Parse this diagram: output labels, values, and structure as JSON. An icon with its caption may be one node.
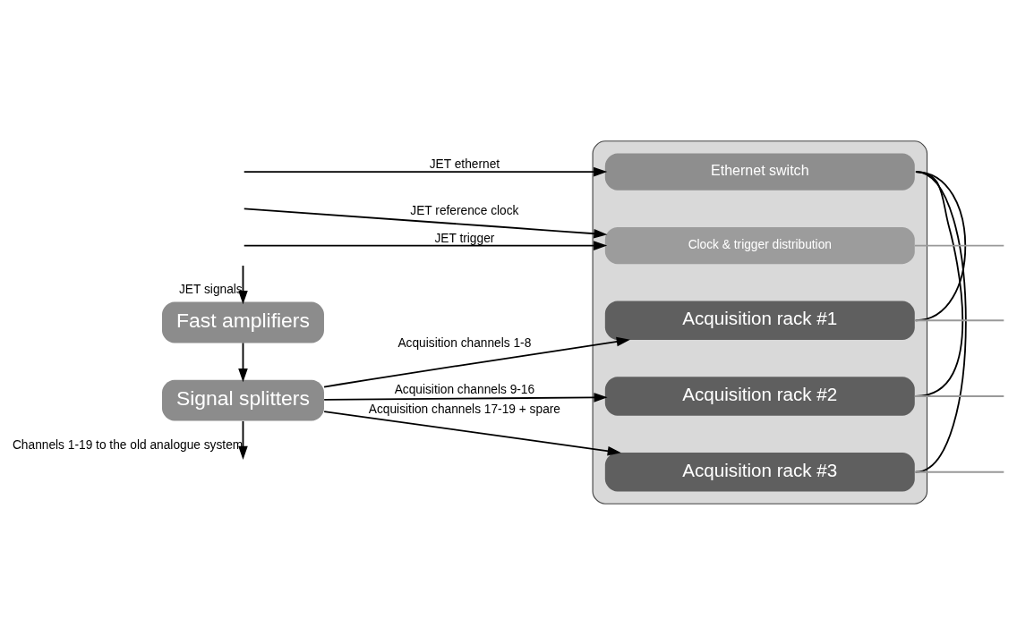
{
  "diagram": {
    "nodes": [
      {
        "text": [
          "Fast amplifiers"
        ]
      },
      {
        "text": [
          "Signal splitters"
        ]
      },
      {
        "text": [],
        "shape": "box"
      },
      {
        "text": [
          "Ethernet switch"
        ],
        "in": 2
      },
      {
        "text": [
          "Clock & trigger distribution"
        ],
        "in": 2
      },
      {
        "text": [
          "Acquisition rack #1"
        ],
        "in": 2
      },
      {
        "text": [
          "Acquisition rack #2"
        ],
        "in": 2
      },
      {
        "text": [
          "Acquisition rack #3"
        ],
        "in": 2
      }
    ],
    "edges": [
      {
        "from": null,
        "to": 0,
        "arrow": "to",
        "label": "JET signals"
      },
      {
        "from": 0,
        "to": 1,
        "arrow": "to"
      },
      {
        "from": null,
        "to": 3,
        "arrow": "to",
        "label": "JET ethernet"
      },
      {
        "from": null,
        "to": 4,
        "arrow": "to",
        "label": "JET reference clock"
      },
      {
        "from": null,
        "to": 4,
        "arrow": "to",
        "label": "JET trigger"
      },
      {
        "from": 1,
        "to": 5,
        "arrow": "to",
        "label": "Acquisition channels 1-8"
      },
      {
        "from": 1,
        "to": 6,
        "arrow": "to",
        "label": "Acquisition channels 9-16"
      },
      {
        "from": 1,
        "to": 7,
        "arrow": "to",
        "label": "Acquisition channels 17-19 + spare"
      },
      {
        "from": 1,
        "to": null,
        "arrow": "to",
        "label": "Channels 1-19 to the old analogue system"
      },
      {
        "from": 3,
        "to": 5,
        "arrow": "none"
      },
      {
        "from": 3,
        "to": 6,
        "arrow": "none"
      },
      {
        "from": 3,
        "to": 7,
        "arrow": "none"
      },
      {
        "from": 4,
        "to": null,
        "arrow": "none",
        "color": "#999999"
      },
      {
        "from": 5,
        "to": null,
        "arrow": "none",
        "color": "#999999"
      },
      {
        "from": 6,
        "to": null,
        "arrow": "none",
        "color": "#999999"
      },
      {
        "from": 7,
        "to": null,
        "arrow": "none",
        "color": "#999999"
      }
    ]
  }
}
